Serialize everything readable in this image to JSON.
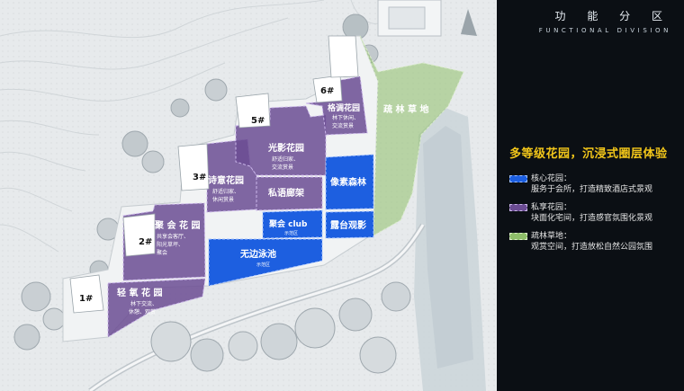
{
  "title": {
    "cn": "功 能 分 区",
    "en": "FUNCTIONAL DIVISION"
  },
  "headline": "多等级花园，沉浸式圈层体验",
  "legend": [
    {
      "key": "core",
      "line1": "核心花园：",
      "line2": "服务于会所，打造精致酒店式景观"
    },
    {
      "key": "private",
      "line1": "私享花园：",
      "line2": "块面化宅间，打造感官氛围化景观"
    },
    {
      "key": "forest",
      "line1": "疏林草地：",
      "line2": "观赏空间，打造放松自然公园氛围"
    }
  ],
  "buildings": {
    "b1": "1#",
    "b2": "2#",
    "b3": "3#",
    "b5": "5#",
    "b6": "6#"
  },
  "zones": {
    "qingyang": {
      "name": "轻 氧 花 园",
      "sub1": "林下交流、",
      "sub2": "休憩、观赏"
    },
    "juhui": {
      "name": "聚 会 花 园",
      "sub1": "共享会客厅、",
      "sub2": "阳光草坪、",
      "sub3": "聚会"
    },
    "shiyi": {
      "name": "诗意花园",
      "sub1": "舒适归家、",
      "sub2": "休闲赏景"
    },
    "guangying": {
      "name": "光影花园",
      "sub1": "舒适归家、",
      "sub2": "交流赏景"
    },
    "gediao": {
      "name": "格调花园",
      "sub1": "林下休闲、",
      "sub2": "交流赏景"
    },
    "siyu": {
      "name": "私语廊架"
    },
    "xiangsu": {
      "name": "像素森林"
    },
    "juhuiclub": {
      "name": "聚会 club",
      "sub1": "示范区"
    },
    "lutai": {
      "name": "露台观影"
    },
    "wubian": {
      "name": "无边泳池",
      "sub1": "示范区"
    },
    "shulin": {
      "name": "疏 林 草 地"
    }
  },
  "colors": {
    "core": "#1d5fe0",
    "private": "#6b4c93",
    "forest": "#8fbf6a",
    "accent": "#f2c61a"
  }
}
